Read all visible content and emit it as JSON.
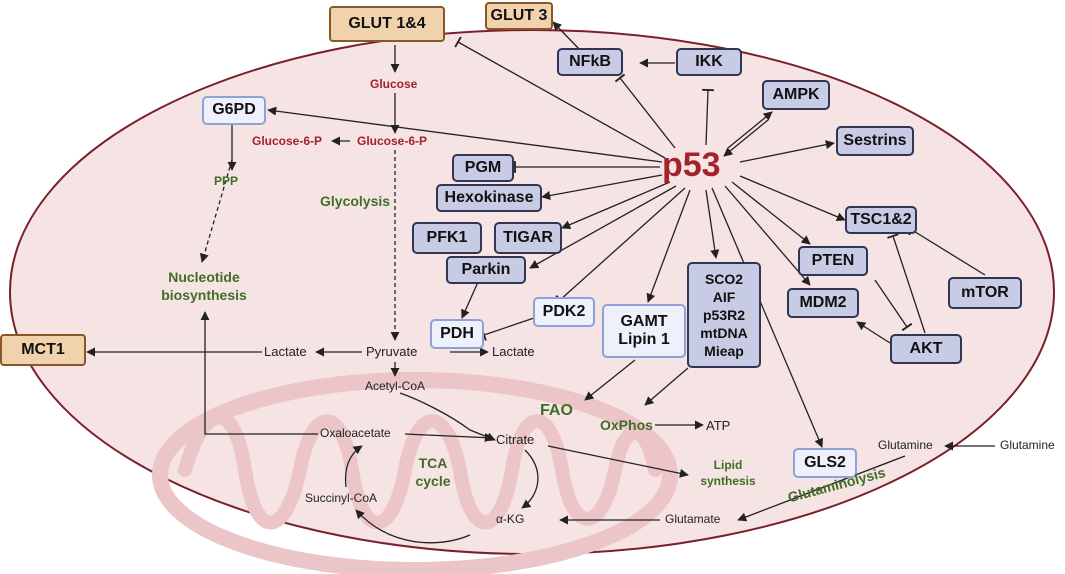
{
  "p53": "p53",
  "nodes": {
    "glut14": "GLUT 1&4",
    "glut3": "GLUT 3",
    "nfkb": "NFkB",
    "ikk": "IKK",
    "g6pd": "G6PD",
    "ampk": "AMPK",
    "sestrins": "Sestrins",
    "pgm": "PGM",
    "hexokinase": "Hexokinase",
    "tsc": "TSC1&2",
    "pfk1": "PFK1",
    "tigar": "TIGAR",
    "parkin": "Parkin",
    "pten": "PTEN",
    "mtor": "mTOR",
    "mdm2": "MDM2",
    "pdk2": "PDK2",
    "pdh": "PDH",
    "gamt": "GAMT",
    "lipin": "Lipin 1",
    "sco2": "SCO2",
    "aif": "AIF",
    "p53r2": "p53R2",
    "mtdna": "mtDNA",
    "mieap": "Mieap",
    "akt": "AKT",
    "mct1": "MCT1",
    "gls2": "GLS2"
  },
  "labels": {
    "glucose": "Glucose",
    "g6p_left": "Glucose-6-P",
    "g6p_right": "Glucose-6-P",
    "ppp": "PPP",
    "glycolysis": "Glycolysis",
    "nucleotide1": "Nucleotide",
    "nucleotide2": "biosynthesis",
    "lactate_left": "Lactate",
    "pyruvate": "Pyruvate",
    "lactate_right": "Lactate",
    "acetylcoa": "Acetyl-CoA",
    "fao": "FAO",
    "oxphos": "OxPhos",
    "atp": "ATP",
    "oxaloacetate": "Oxaloacetate",
    "citrate": "Citrate",
    "tca1": "TCA",
    "tca2": "cycle",
    "lipid1": "Lipid",
    "lipid2": "synthesis",
    "succinyl": "Succinyl-CoA",
    "akg": "α-KG",
    "glutamate": "Glutamate",
    "glutamine_in": "Glutamine",
    "glutamine_out": "Glutamine",
    "glutaminolysis": "Glutaminolysis"
  },
  "colors": {
    "cell_fill": "#f6e3e3",
    "cell_stroke": "#7a1f2b",
    "mito": "#ebc5c8",
    "enzyme_fill": "#c7cbe4",
    "transporter_fill": "#f0d2ac",
    "accent_red": "#a3232a",
    "accent_green": "#3f6e26"
  }
}
